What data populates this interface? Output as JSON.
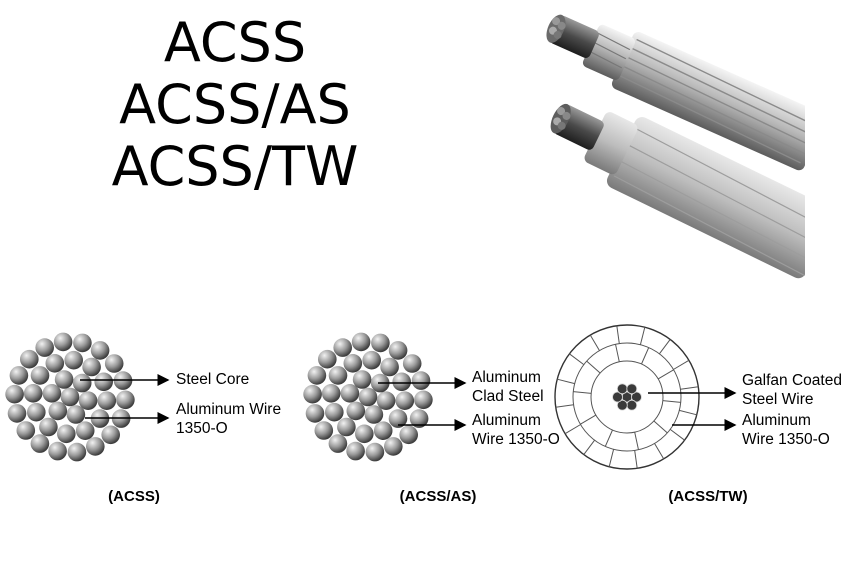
{
  "title": {
    "lines": [
      "ACSS",
      "ACSS/AS",
      "ACSS/TW"
    ]
  },
  "diagrams": [
    {
      "caption": "(ACSS)",
      "labels": [
        "Steel Core",
        "Aluminum Wire",
        "1350-O"
      ]
    },
    {
      "caption": "(ACSS/AS)",
      "labels": [
        "Aluminum",
        "Clad Steel",
        "Aluminum",
        "Wire 1350-O"
      ]
    },
    {
      "caption": "(ACSS/TW)",
      "labels": [
        "Galfan Coated",
        "Steel Wire",
        "Aluminum",
        "Wire 1350-O"
      ]
    }
  ]
}
